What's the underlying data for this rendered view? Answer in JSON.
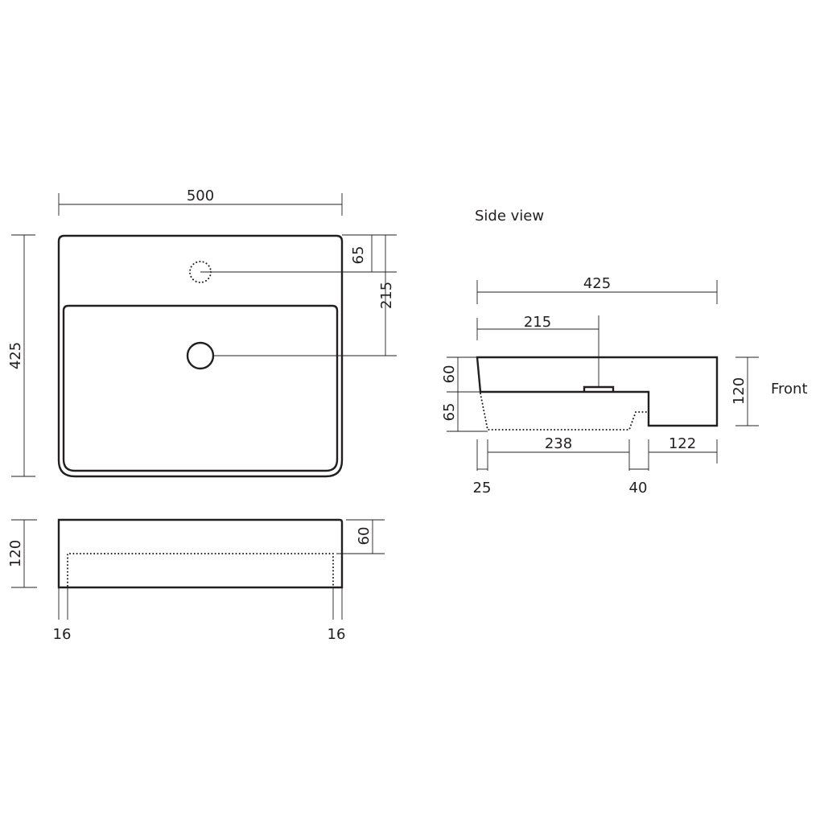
{
  "plan_view": {
    "dim_width": "500",
    "dim_depth": "425",
    "dim_tap_offset": "65",
    "dim_waste_offset": "215"
  },
  "front_elevation": {
    "dim_height": "120",
    "dim_bowl_depth": "60",
    "dim_wall_left": "16",
    "dim_wall_right": "16"
  },
  "side_view": {
    "title": "Side view",
    "front_label": "Front",
    "dim_depth": "425",
    "dim_waste_offset": "215",
    "dim_top_thickness": "60",
    "dim_lower_height": "65",
    "dim_total_height": "120",
    "dim_rear_inset": "25",
    "dim_bottom_length": "238",
    "dim_step": "40",
    "dim_front_projection": "122"
  }
}
